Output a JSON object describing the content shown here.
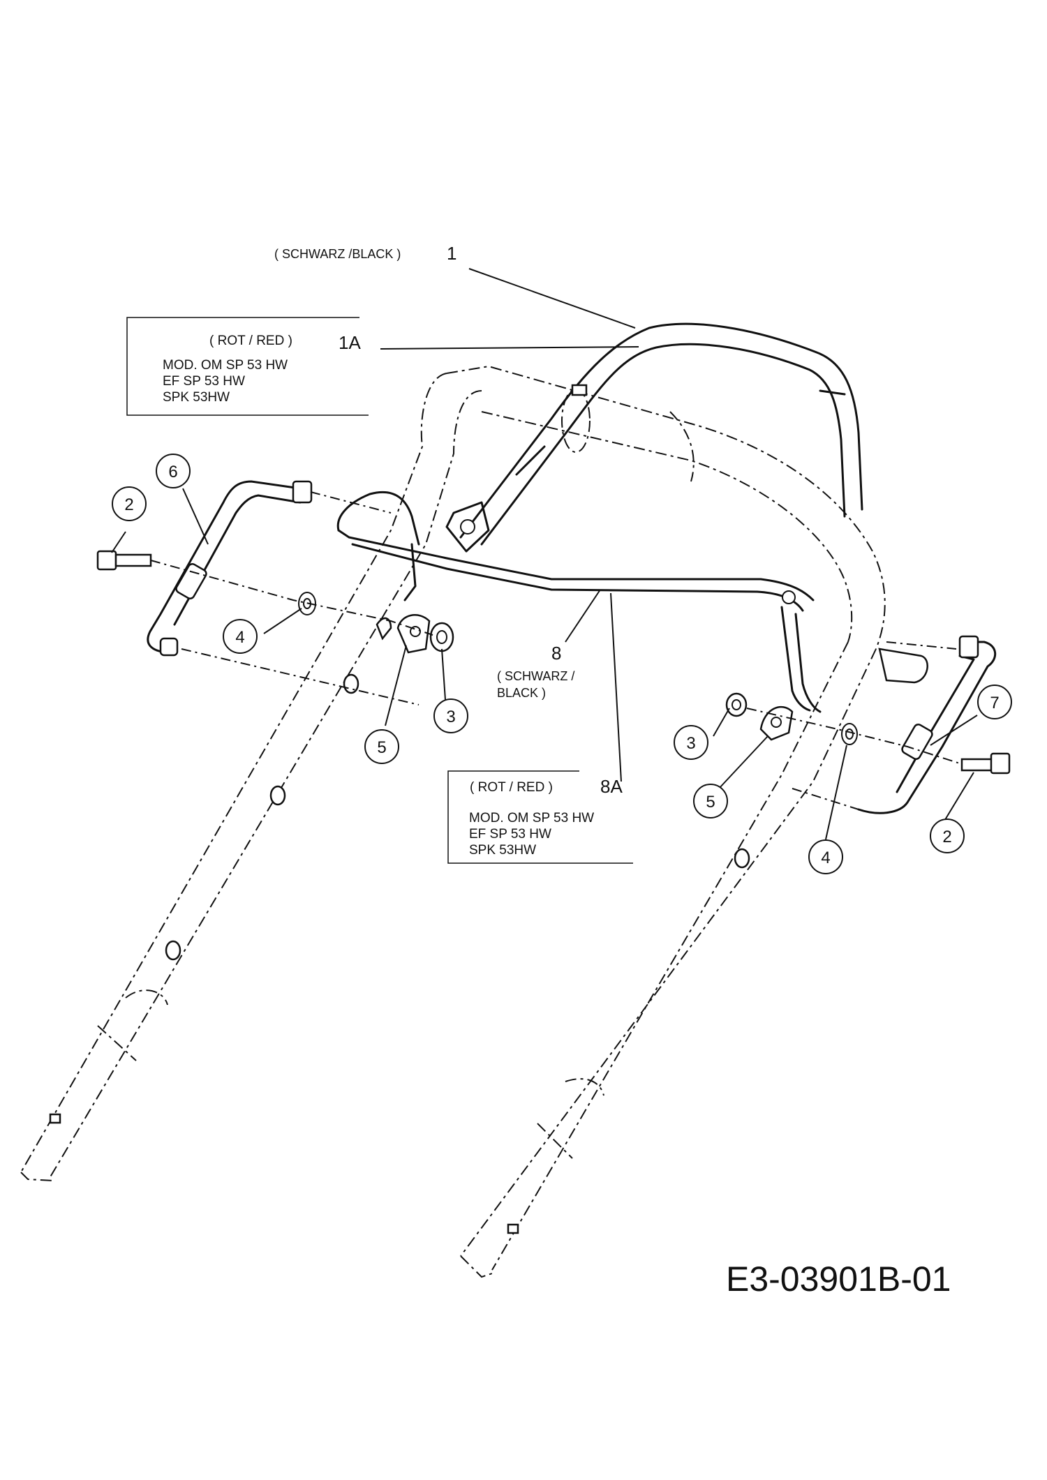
{
  "part_labels": {
    "p1": "1",
    "p1_color": "( SCHWARZ /BLACK )",
    "p1a": "1A",
    "p8": "8",
    "p8_color_line1": "( SCHWARZ /",
    "p8_color_line2": "BLACK )",
    "p8a": "8A"
  },
  "box_1a": {
    "color": "( ROT / RED )",
    "lines": [
      "MOD. OM SP 53 HW",
      "EF SP 53 HW",
      "SPK 53HW"
    ]
  },
  "box_8a": {
    "color": "( ROT / RED )",
    "lines": [
      "MOD. OM SP 53 HW",
      "EF SP 53 HW",
      "SPK 53HW"
    ]
  },
  "callouts": {
    "c2_left": "2",
    "c6": "6",
    "c4_left": "4",
    "c5_left": "5",
    "c3_left": "3",
    "c7": "7",
    "c3_right": "3",
    "c5_right": "5",
    "c4_right": "4",
    "c2_right": "2"
  },
  "drawing_number": "E3-03901B-01"
}
